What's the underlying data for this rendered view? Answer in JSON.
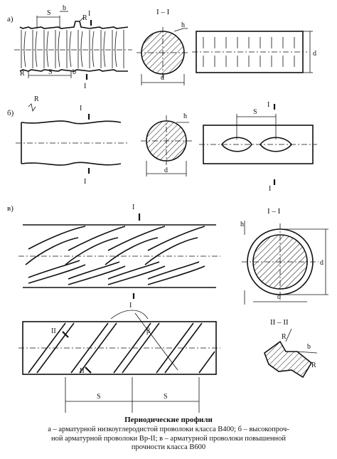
{
  "panels": {
    "a": {
      "marker": "а)",
      "labels": {
        "s": "S",
        "b": "b",
        "r": "R",
        "h": "h",
        "d": "d",
        "section_mark": "I",
        "section_title": "I – I"
      }
    },
    "b": {
      "marker": "б)",
      "labels": {
        "s": "S",
        "r": "R",
        "h": "h",
        "d": "d",
        "section_mark": "I"
      }
    },
    "v": {
      "marker": "в)",
      "labels": {
        "s": "S",
        "r": "R",
        "h": "h",
        "d": "d",
        "b": "b",
        "beta": "β",
        "section_mark_1": "I",
        "section_mark_2": "II",
        "section_title_1": "I – I",
        "section_title_2": "II – II"
      }
    }
  },
  "caption": {
    "title": "Периодические профили",
    "line1": "а – арматурной низкоуглеродистой проволоки класса В400; б – высокопроч-",
    "line2": "ной арматурной проволоки Вр-II; в – арматурной проволоки повышенной",
    "line3": "прочности класса В600"
  }
}
